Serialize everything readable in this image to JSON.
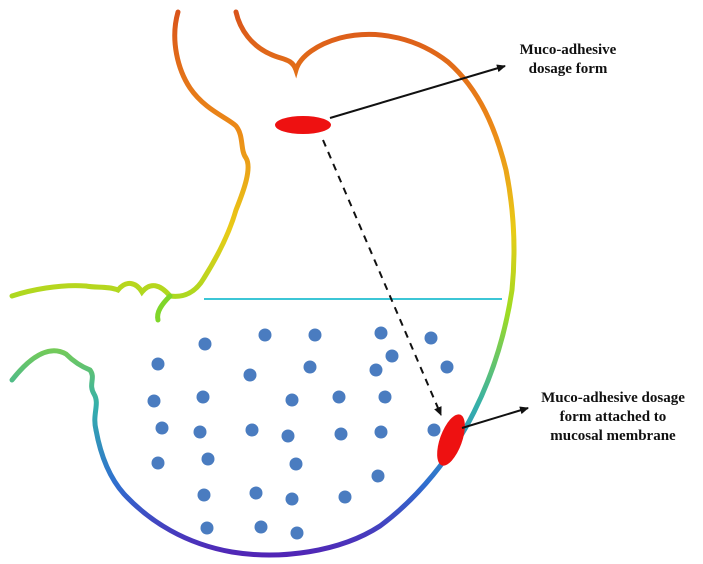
{
  "labels": {
    "top": [
      "Muco-adhesive",
      "dosage form"
    ],
    "bottom": [
      "Muco-adhesive dosage",
      "form attached to",
      "mucosal membrane"
    ]
  },
  "colors": {
    "dosage_form": "#ee1111",
    "gastric_particles": "#4a7cc0",
    "fluid_level_line": "#3cc6d6",
    "arrows": "#111111",
    "stomach_gradient": [
      "#d9531a",
      "#ec8b18",
      "#e9cb17",
      "#9edc22",
      "#34b0ab",
      "#2f6fcf",
      "#5320b4"
    ]
  },
  "icons": [
    "dosage-form-oval",
    "attached-dosage-form-oval",
    "gastric-fluid-particle"
  ]
}
